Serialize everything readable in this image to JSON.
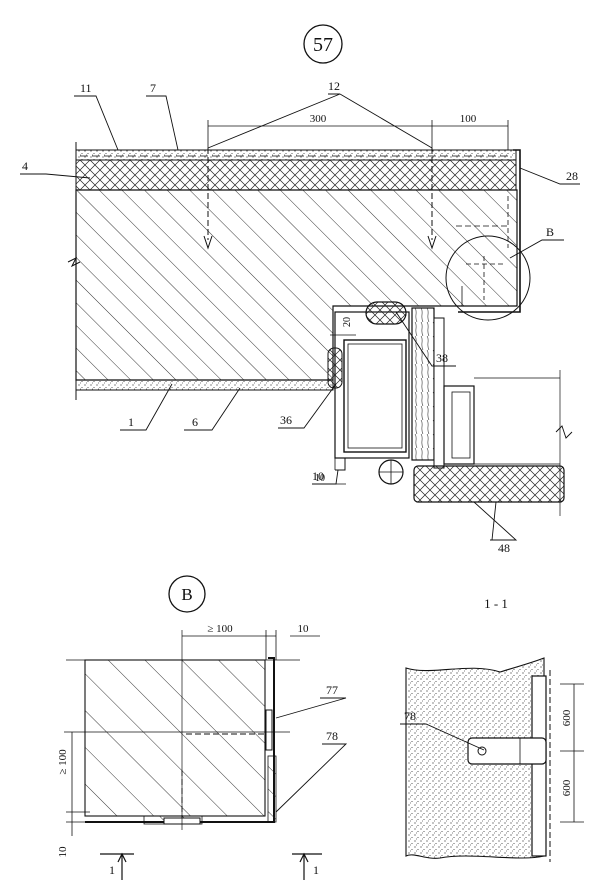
{
  "detail_number": "57",
  "callout_letter": "B",
  "section_title": "1 - 1",
  "callouts": {
    "c11": "11",
    "c7": "7",
    "c12": "12",
    "c4": "4",
    "c28": "28",
    "cB": "B",
    "c38": "38",
    "c1": "1",
    "c6": "6",
    "c36": "36",
    "c10": "10",
    "c48": "48",
    "c77": "77",
    "c78": "78",
    "c78b": "78"
  },
  "dimensions": {
    "d300": "300",
    "d100": "100",
    "d20": "20",
    "d10": "10",
    "dB100": "≥ 100",
    "dB10": "10",
    "dBv100": "≥ 100",
    "dBv10": "10",
    "s600a": "600",
    "s600b": "600"
  },
  "section_marks": {
    "left": "1",
    "right": "1"
  }
}
